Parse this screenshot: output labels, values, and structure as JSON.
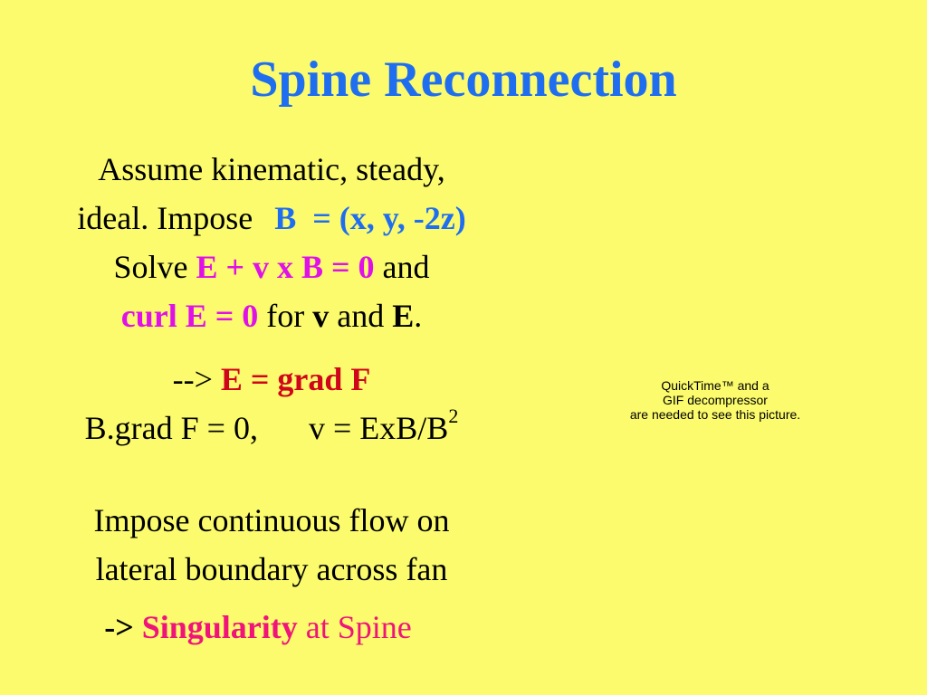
{
  "title": "Spine Reconnection",
  "colors": {
    "background": "#fbfb6d",
    "title": "#1f6ef0",
    "highlight_blue": "#1f6ef0",
    "highlight_magenta": "#e010e8",
    "highlight_red": "#d0041a",
    "highlight_pink": "#f0147a"
  },
  "para1": {
    "line1": "Assume kinematic, steady,",
    "line2_text": "ideal. Impose",
    "line2_B": "B",
    "line2_eq": "= (x, y, -2z)",
    "line3_text": "Solve",
    "line3_eq": "E + v x B = 0",
    "line3_end": "and",
    "line4_eq": "curl E = 0",
    "line4_for": "for",
    "line4_v": "v",
    "line4_and": "and",
    "line4_E": "E",
    "line4_end": "."
  },
  "para2": {
    "arrow": "-->",
    "eq": "E = grad F",
    "line2_left": "B.grad F = 0,",
    "line2_right": "v = ExB/B",
    "line2_sup": "2"
  },
  "para3": {
    "line1": "Impose continuous flow on",
    "line2": "lateral boundary across fan"
  },
  "para4": {
    "arrow": "->",
    "word": "Singularity",
    "rest": "at Spine"
  },
  "placeholder": {
    "line1": "QuickTime™ and a",
    "line2": "GIF decompressor",
    "line3": "are needed to see this picture."
  }
}
